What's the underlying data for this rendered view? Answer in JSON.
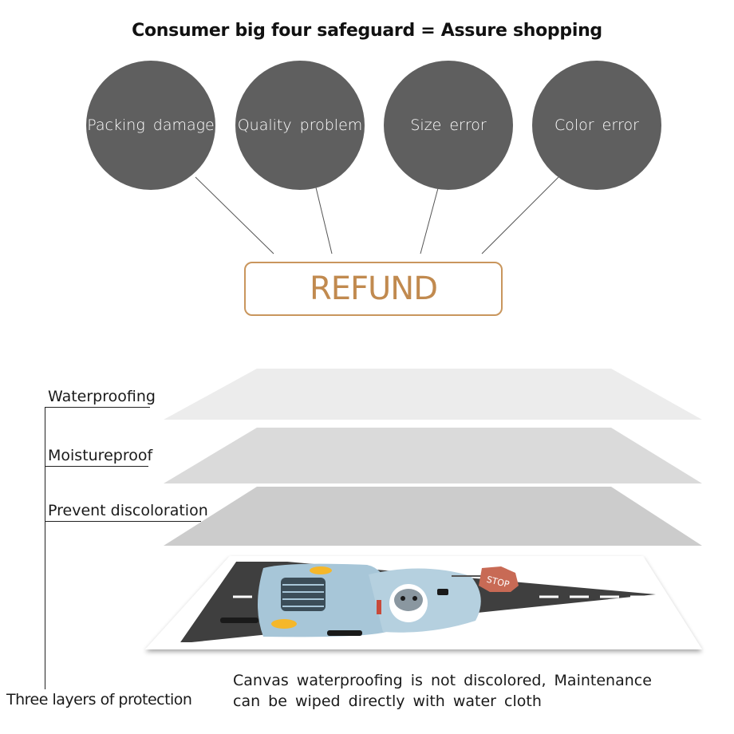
{
  "title": "Consumer big four safeguard = Assure shopping",
  "circles": [
    {
      "label": "Packing damage"
    },
    {
      "label": "Quality problem"
    },
    {
      "label": "Size error"
    },
    {
      "label": "Color error"
    }
  ],
  "refund_label": "REFUND",
  "layers": [
    {
      "label": "Waterproofing"
    },
    {
      "label": "Moistureproof"
    },
    {
      "label": "Prevent discoloration"
    }
  ],
  "protection_label": "Three layers of protection",
  "caption": {
    "line1": "Canvas waterproofing is not discolored, Maintenance",
    "line2": "can be wiped directly with water cloth"
  },
  "product": {
    "stop_sign_text": "STOP"
  },
  "colors": {
    "circle": "#5f5f5f",
    "refund_border": "#c9965d",
    "refund_text": "#c18a4f",
    "road": "#3f3f3f",
    "car_body": "#a7c6d8",
    "car_lights": "#f5b72a",
    "stop_sign": "#c86a55"
  }
}
